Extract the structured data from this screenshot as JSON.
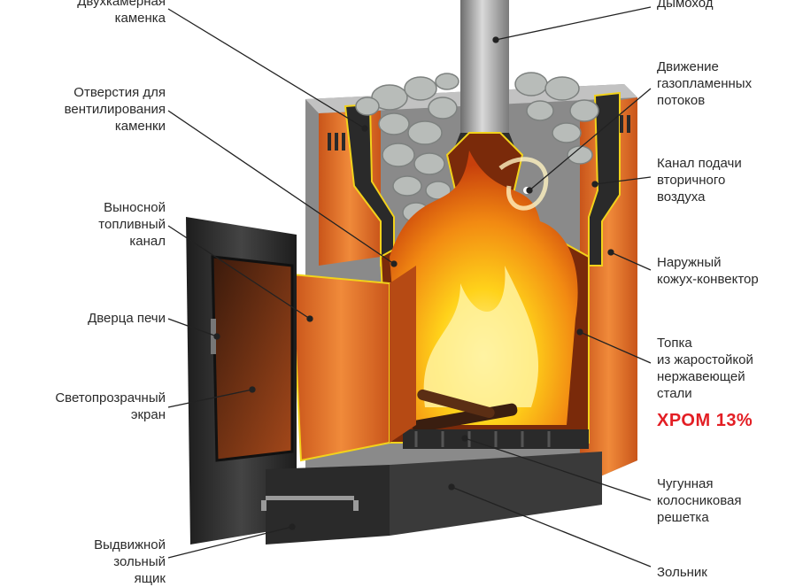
{
  "labels_left": {
    "two_chamber_heater": "Двухкамерная\nкаменка",
    "vent_holes": "Отверстия для\nвентилирования\nкаменки",
    "fuel_channel": "Выносной\nтопливный\nканал",
    "stove_door": "Дверца печи",
    "glass_screen": "Светопрозрачный\nэкран",
    "ash_drawer": "Выдвижной\nзольный\nящик"
  },
  "labels_right": {
    "chimney": "Дымоход",
    "gas_flame_flow": "Движение\nгазопламенных\nпотоков",
    "secondary_air": "Канал подачи\nвторичного\nвоздуха",
    "outer_convector": "Наружный\nкожух-конвектор",
    "firebox": "Топка\nиз жаростойкой\nнержавеющей\nстали",
    "cast_iron_grate": "Чугунная\nколосниковая\nрешетка",
    "ash_pan": "Зольник"
  },
  "accent": {
    "chrome_badge": "ХРОМ 13%",
    "color": "#e31e24"
  },
  "colors": {
    "body_orange": "#e0702a",
    "steel": "#9a9a9a",
    "dark_metal": "#2c2c2c",
    "flame_yellow": "#ffd21a",
    "stone_gray": "#b8bcb9",
    "outline_yellow": "#f2d21b"
  }
}
